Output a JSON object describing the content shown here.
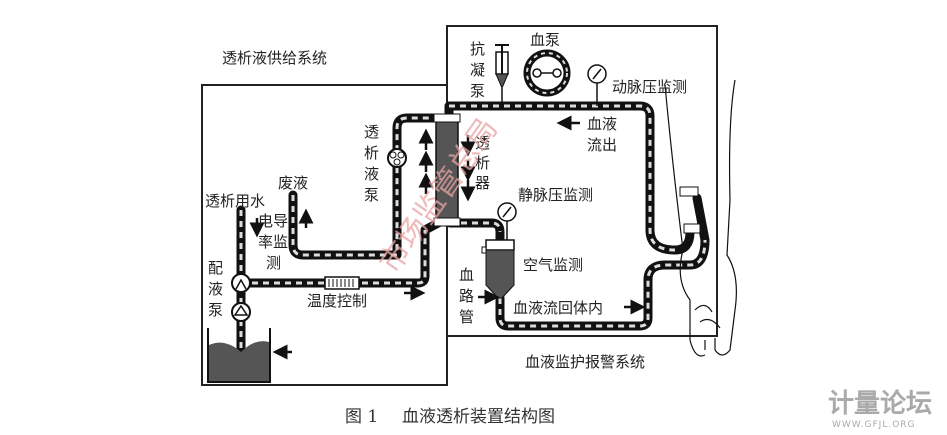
{
  "systems": {
    "dialysate_supply": "透析液供给系统",
    "blood_monitor_alarm": "血液监护报警系统"
  },
  "labels": {
    "dialysis_water": "透析用水",
    "waste_liquid": "废液",
    "conductivity_monitor": [
      "电导",
      "率监",
      "测"
    ],
    "proportioning_pump": [
      "配",
      "液",
      "泵"
    ],
    "temperature_control": "温度控制",
    "dialysate_pump": [
      "透",
      "析",
      "液",
      "泵"
    ],
    "dialyzer": [
      "透",
      "析",
      "器"
    ],
    "anticoagulant_pump": [
      "抗",
      "凝",
      "泵"
    ],
    "blood_pump": "血泵",
    "arterial_pressure_monitor": "动脉压监测",
    "blood_outflow": [
      "血液",
      "流出"
    ],
    "venous_pressure_monitor": "静脉压监测",
    "air_monitor": "空气监测",
    "blood_line": [
      "血",
      "路",
      "管"
    ],
    "blood_return": "血液流回体内"
  },
  "caption": {
    "figure_number": "图 1",
    "title": "血液透析装置结构图"
  },
  "watermark": {
    "text": "市场监管总局",
    "color": "#e9a3a3"
  },
  "logo": {
    "name": "计量论坛",
    "url_text": "WWW.GFJL.ORG"
  }
}
